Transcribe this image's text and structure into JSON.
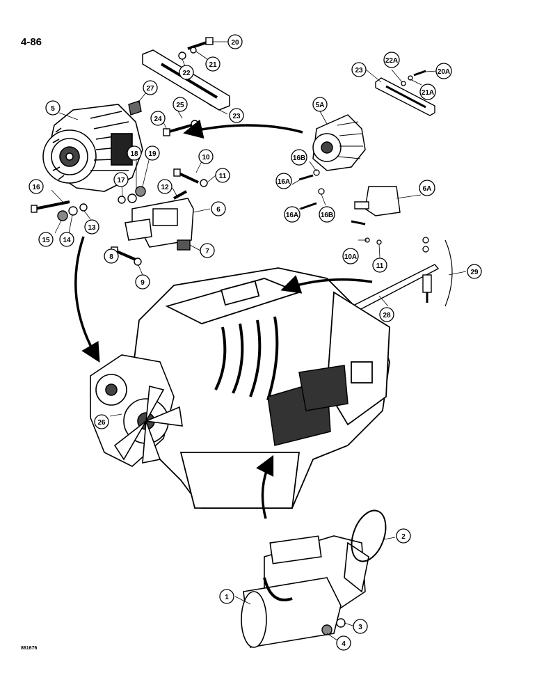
{
  "page_number": "4-86",
  "drawing_code": "861676",
  "callouts": [
    {
      "id": "c20",
      "label": "20"
    },
    {
      "id": "c21",
      "label": "21"
    },
    {
      "id": "c22",
      "label": "22"
    },
    {
      "id": "c27",
      "label": "27"
    },
    {
      "id": "c5",
      "label": "5"
    },
    {
      "id": "c25",
      "label": "25"
    },
    {
      "id": "c24",
      "label": "24"
    },
    {
      "id": "c23",
      "label": "23"
    },
    {
      "id": "c10",
      "label": "10"
    },
    {
      "id": "c11",
      "label": "11"
    },
    {
      "id": "c18",
      "label": "18"
    },
    {
      "id": "c19",
      "label": "19"
    },
    {
      "id": "c17",
      "label": "17"
    },
    {
      "id": "c16",
      "label": "16"
    },
    {
      "id": "c12",
      "label": "12"
    },
    {
      "id": "c6",
      "label": "6"
    },
    {
      "id": "c15",
      "label": "15"
    },
    {
      "id": "c14",
      "label": "14"
    },
    {
      "id": "c13",
      "label": "13"
    },
    {
      "id": "c7",
      "label": "7"
    },
    {
      "id": "c8",
      "label": "8"
    },
    {
      "id": "c9",
      "label": "9"
    },
    {
      "id": "c23b",
      "label": "23"
    },
    {
      "id": "c22a",
      "label": "22A"
    },
    {
      "id": "c20a",
      "label": "20A"
    },
    {
      "id": "c21a",
      "label": "21A"
    },
    {
      "id": "c5a",
      "label": "5A"
    },
    {
      "id": "c16b1",
      "label": "16B"
    },
    {
      "id": "c16a1",
      "label": "16A"
    },
    {
      "id": "c6a",
      "label": "6A"
    },
    {
      "id": "c16a2",
      "label": "16A"
    },
    {
      "id": "c16b2",
      "label": "16B"
    },
    {
      "id": "c10a",
      "label": "10A"
    },
    {
      "id": "c11b",
      "label": "11"
    },
    {
      "id": "c29",
      "label": "29"
    },
    {
      "id": "c28",
      "label": "28"
    },
    {
      "id": "c26",
      "label": "26"
    },
    {
      "id": "c2",
      "label": "2"
    },
    {
      "id": "c1",
      "label": "1"
    },
    {
      "id": "c3",
      "label": "3"
    },
    {
      "id": "c4",
      "label": "4"
    }
  ]
}
